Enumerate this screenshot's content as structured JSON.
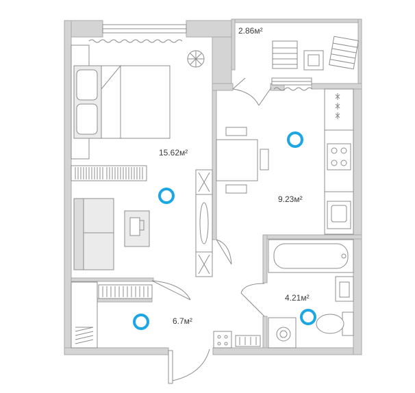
{
  "rooms": [
    {
      "id": "balcony",
      "area": "2.86м²"
    },
    {
      "id": "bedroom-living",
      "area": "15.62м²"
    },
    {
      "id": "kitchen",
      "area": "9.23м²"
    },
    {
      "id": "hallway",
      "area": "6.7м²"
    },
    {
      "id": "bathroom",
      "area": "4.21м²"
    }
  ],
  "hotspots": [
    "kitchen",
    "bedroom-living",
    "bathroom",
    "hallway"
  ],
  "colors": {
    "wall": "#d4d4d4",
    "wall_edge": "#a9a9a9",
    "line": "#8c8c8c",
    "furniture_fill": "#e9e9e9",
    "hotspot": "#1ca7e4"
  }
}
